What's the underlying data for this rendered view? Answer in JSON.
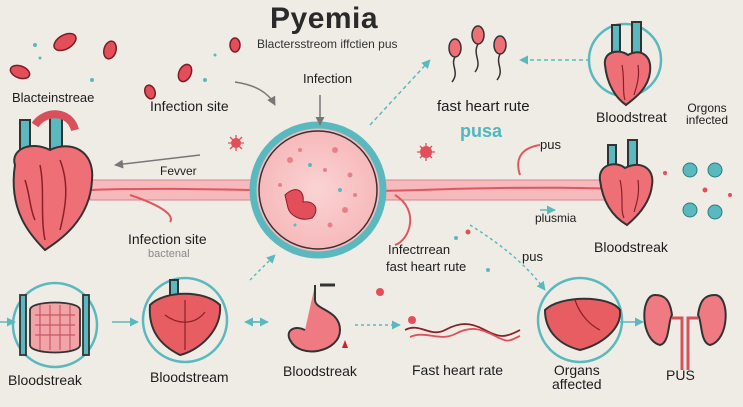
{
  "title": "Pyemia",
  "subtitle": "Blactersstreom iffctien pus",
  "labels": {
    "bacteria_stream": "Blacteinstreae",
    "infection_site_top": "Infection site",
    "infection_center": "Infection",
    "fast_heart_top": "fast heart rute",
    "pusa": "pusa",
    "bloodstreat_top": "Bloodstreat",
    "organs_infected_top": "Orgons\ninfected",
    "fever": "Fevver",
    "pus_right": "pus",
    "plusmia": "plusmia",
    "bloodstreak_right": "Bloodstreak",
    "infection_site_left": "Infection site",
    "bacterial": "bactenal",
    "infectrean": "Infectrrean",
    "fast_heart_mid": "fast heart rute",
    "pus_mid": "pus",
    "bloodstreak_bottom_left": "Bloodstreak",
    "bloodstream_bottom": "Bloodstream",
    "bloodstreak_bottom_mid": "Bloodstreak",
    "fast_heart_bottom": "Fast heart rate",
    "organs_affected": "Organs\naffected",
    "pus_bottom": "PUS"
  },
  "colors": {
    "background": "#efece6",
    "organ_pink": "#ef6f77",
    "organ_dark": "#d8505a",
    "outline": "#333333",
    "vessel": "#f3a2a6",
    "teal": "#5ab9bf",
    "liver": "#e85d61"
  }
}
